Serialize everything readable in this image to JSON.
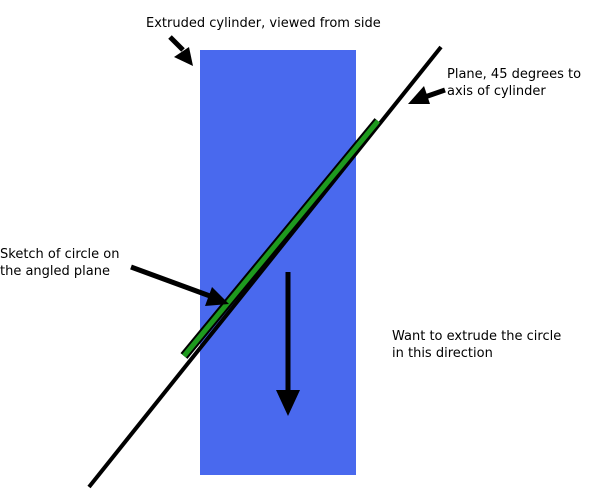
{
  "labels": {
    "cylinder": "Extruded cylinder, viewed from side",
    "plane": [
      "Plane, 45 degrees to",
      "axis of cylinder"
    ],
    "sketch": [
      "Sketch of circle on",
      "the angled plane"
    ],
    "extrude": [
      "Want to extrude the circle",
      "in this direction"
    ]
  },
  "colors": {
    "cylinder_fill": "#4969ee",
    "plane_line": "#000000",
    "sketch_line": "#1e9a1e",
    "sketch_outline": "#000000",
    "arrows": "#000000",
    "background": "#ffffff"
  }
}
